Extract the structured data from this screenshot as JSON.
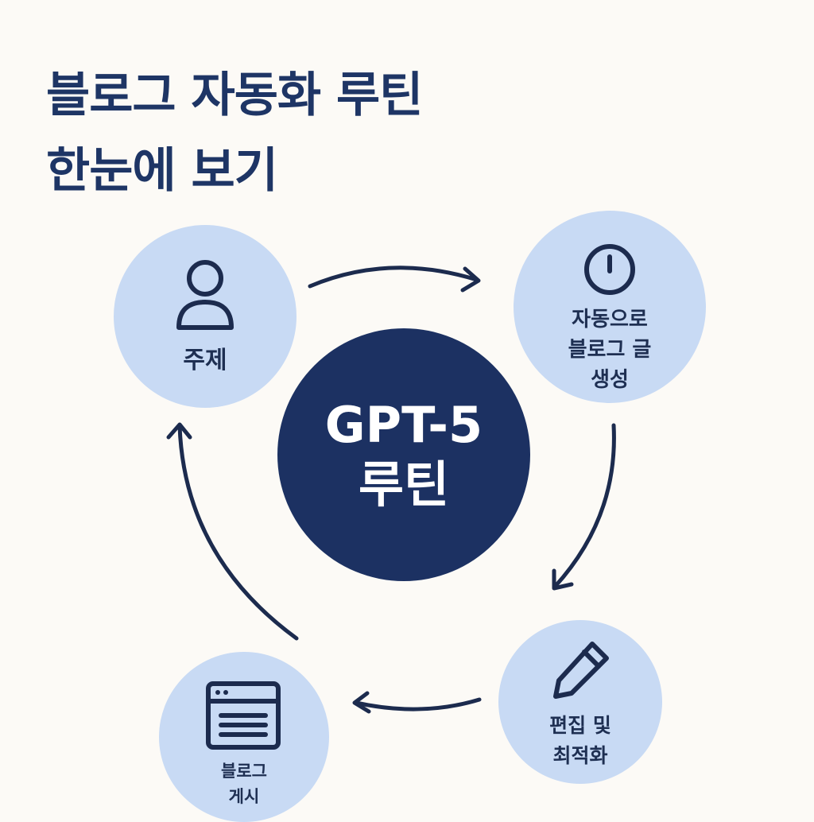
{
  "title": {
    "line1": "블로그 자동화 루틴",
    "line2": "한눈에 보기"
  },
  "hub": {
    "line1": "GPT-5",
    "line2": "루틴"
  },
  "steps": [
    {
      "label": "주제",
      "icon": "person-icon"
    },
    {
      "label": "자동으로\n블로그 글\n생성",
      "icon": "clock-icon"
    },
    {
      "label": "편집 및\n최적화",
      "icon": "pencil-icon"
    },
    {
      "label": "블로그\n게시",
      "icon": "browser-window-icon"
    }
  ],
  "colors": {
    "background": "#fcfaf6",
    "title": "#1e3565",
    "step_circle": "#c8daf4",
    "hub_circle": "#1c3162",
    "line": "#1c2b4e"
  }
}
